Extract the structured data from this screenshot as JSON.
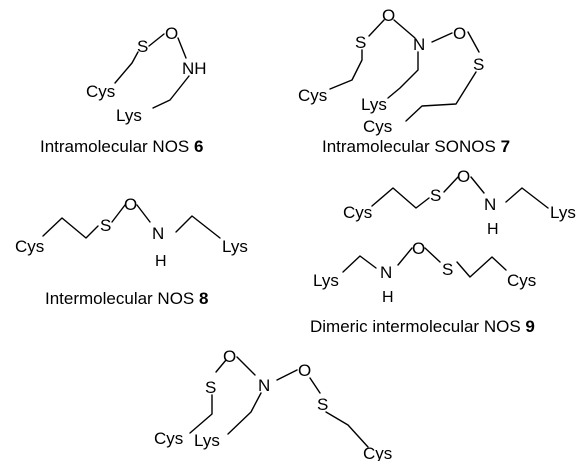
{
  "atoms": {
    "cys": "Cys",
    "lys": "Lys",
    "s": "S",
    "o": "O",
    "n": "N",
    "nh": "NH",
    "h": "H"
  },
  "captions": {
    "s6": {
      "text": "Intramolecular NOS ",
      "num": "6"
    },
    "s7": {
      "text": "Intramolecular SONOS ",
      "num": "7"
    },
    "s8": {
      "text": "Intermolecular NOS ",
      "num": "8"
    },
    "s9": {
      "text": "Dimeric intermolecular NOS ",
      "num": "9"
    }
  }
}
